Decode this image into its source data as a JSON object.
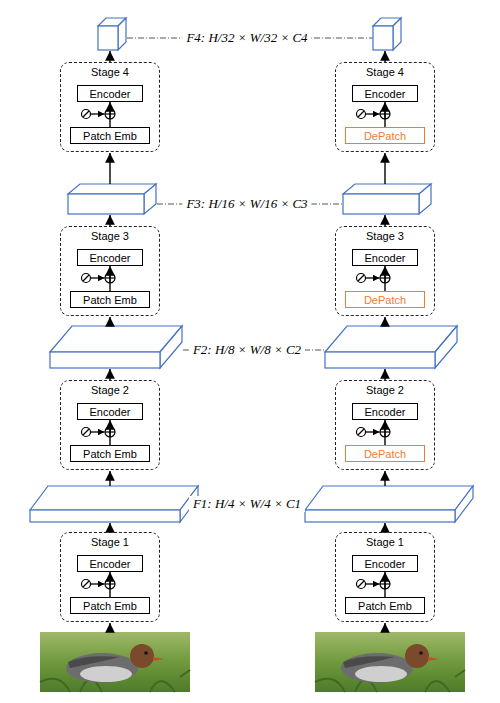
{
  "diagram": {
    "nodes": [
      {
        "text": [
          "Stage 4"
        ]
      },
      {
        "text": [
          "Encoder"
        ],
        "in": 0
      },
      {
        "text": [
          "Patch Emb"
        ],
        "in": 0
      },
      {
        "text": [
          "Stage 3"
        ]
      },
      {
        "text": [
          "Encoder"
        ],
        "in": 3
      },
      {
        "text": [
          "Patch Emb"
        ],
        "in": 3
      },
      {
        "text": [
          "Stage 2"
        ]
      },
      {
        "text": [
          "Encoder"
        ],
        "in": 6
      },
      {
        "text": [
          "Patch Emb"
        ],
        "in": 6
      },
      {
        "text": [
          "Stage 1"
        ]
      },
      {
        "text": [
          "Encoder"
        ],
        "in": 9
      },
      {
        "text": [
          "Patch Emb"
        ],
        "in": 9
      },
      {
        "text": [
          "Stage 4"
        ]
      },
      {
        "text": [
          "Encoder"
        ],
        "in": 12
      },
      {
        "text": [
          "DePatch"
        ],
        "in": 12
      },
      {
        "text": [
          "Stage 3"
        ]
      },
      {
        "text": [
          "Encoder"
        ],
        "in": 15
      },
      {
        "text": [
          "DePatch"
        ],
        "in": 15
      },
      {
        "text": [
          "Stage 2"
        ]
      },
      {
        "text": [
          "Encoder"
        ],
        "in": 18
      },
      {
        "text": [
          "DePatch"
        ],
        "in": 18
      },
      {
        "text": [
          "Stage 1"
        ]
      },
      {
        "text": [
          "Encoder"
        ],
        "in": 21
      },
      {
        "text": [
          "Patch Emb"
        ],
        "in": 21
      }
    ],
    "edges": [
      {
        "from": 2,
        "to": 1,
        "arrow": "to"
      },
      {
        "from": 5,
        "to": 4,
        "arrow": "to"
      },
      {
        "from": 8,
        "to": 7,
        "arrow": "to"
      },
      {
        "from": 11,
        "to": 10,
        "arrow": "to"
      },
      {
        "from": 14,
        "to": 13,
        "arrow": "to"
      },
      {
        "from": 17,
        "to": 16,
        "arrow": "to"
      },
      {
        "from": 20,
        "to": 19,
        "arrow": "to"
      },
      {
        "from": 23,
        "to": 22,
        "arrow": "to"
      }
    ],
    "labels": [
      "F4: H/32 × W/32 × C4",
      "F3: H/16 × W/16 × C3",
      "F2: H/8 × W/8 × C2",
      "F1: H/4 × W/4 × C1"
    ]
  }
}
